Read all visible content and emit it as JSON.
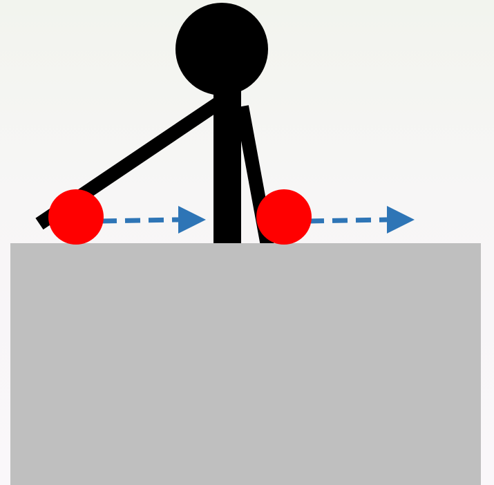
{
  "scene": {
    "background_top": "#f2f4ee",
    "background_bottom": "#faf7fa",
    "table_color": "#bfbfbf",
    "figure_color": "#000000",
    "hand_color": "#ff0000",
    "arrow_color": "#2e75b6"
  },
  "elements": {
    "figure": "stick-figure",
    "table": "table",
    "hands": [
      "left-hand",
      "right-hand"
    ],
    "arrows": [
      "left-hand-motion-arrow",
      "right-hand-motion-arrow"
    ]
  }
}
